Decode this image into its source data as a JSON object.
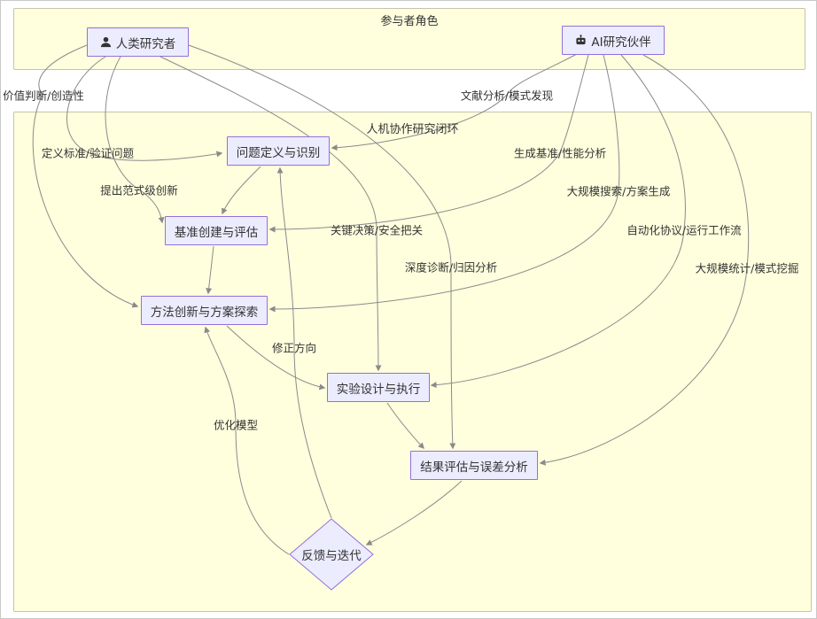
{
  "clusters": {
    "participants": {
      "title": "参与者角色"
    },
    "loop": {
      "title": "人机协作研究闭环"
    }
  },
  "nodes": {
    "human": {
      "label": "人类研究者",
      "icon": "person-icon"
    },
    "ai": {
      "label": "AI研究伙伴",
      "icon": "robot-icon"
    },
    "problem": {
      "label": "问题定义与识别"
    },
    "benchmark": {
      "label": "基准创建与评估"
    },
    "method": {
      "label": "方法创新与方案探索"
    },
    "experiment": {
      "label": "实验设计与执行"
    },
    "evaluation": {
      "label": "结果评估与误差分析"
    },
    "feedback": {
      "label": "反馈与迭代"
    }
  },
  "edges": [
    {
      "from": "人类研究者",
      "to": "问题定义与识别",
      "label": "定义标准/验证问题"
    },
    {
      "from": "人类研究者",
      "to": "基准创建与评估",
      "label": "提出范式级创新"
    },
    {
      "from": "人类研究者",
      "to": "方法创新与方案探索",
      "label": "价值判断/创造性"
    },
    {
      "from": "人类研究者",
      "to": "实验设计与执行",
      "label": "关键决策/安全把关"
    },
    {
      "from": "人类研究者",
      "to": "结果评估与误差分析",
      "label": "深度诊断/归因分析"
    },
    {
      "from": "AI研究伙伴",
      "to": "问题定义与识别",
      "label": "文献分析/模式发现"
    },
    {
      "from": "AI研究伙伴",
      "to": "基准创建与评估",
      "label": "生成基准/性能分析"
    },
    {
      "from": "AI研究伙伴",
      "to": "方法创新与方案探索",
      "label": "大规模搜索/方案生成"
    },
    {
      "from": "AI研究伙伴",
      "to": "实验设计与执行",
      "label": "自动化协议/运行工作流"
    },
    {
      "from": "AI研究伙伴",
      "to": "结果评估与误差分析",
      "label": "大规模统计/模式挖掘"
    },
    {
      "from": "问题定义与识别",
      "to": "基准创建与评估",
      "label": ""
    },
    {
      "from": "基准创建与评估",
      "to": "方法创新与方案探索",
      "label": ""
    },
    {
      "from": "方法创新与方案探索",
      "to": "实验设计与执行",
      "label": ""
    },
    {
      "from": "实验设计与执行",
      "to": "结果评估与误差分析",
      "label": ""
    },
    {
      "from": "结果评估与误差分析",
      "to": "反馈与迭代",
      "label": ""
    },
    {
      "from": "反馈与迭代",
      "to": "问题定义与识别",
      "label": "修正方向"
    },
    {
      "from": "反馈与迭代",
      "to": "方法创新与方案探索",
      "label": "优化模型"
    }
  ],
  "colors": {
    "node_fill": "#ECECFF",
    "node_border": "#9370DB",
    "cluster_fill": "#ffffde",
    "edge": "#8a8a8a"
  }
}
